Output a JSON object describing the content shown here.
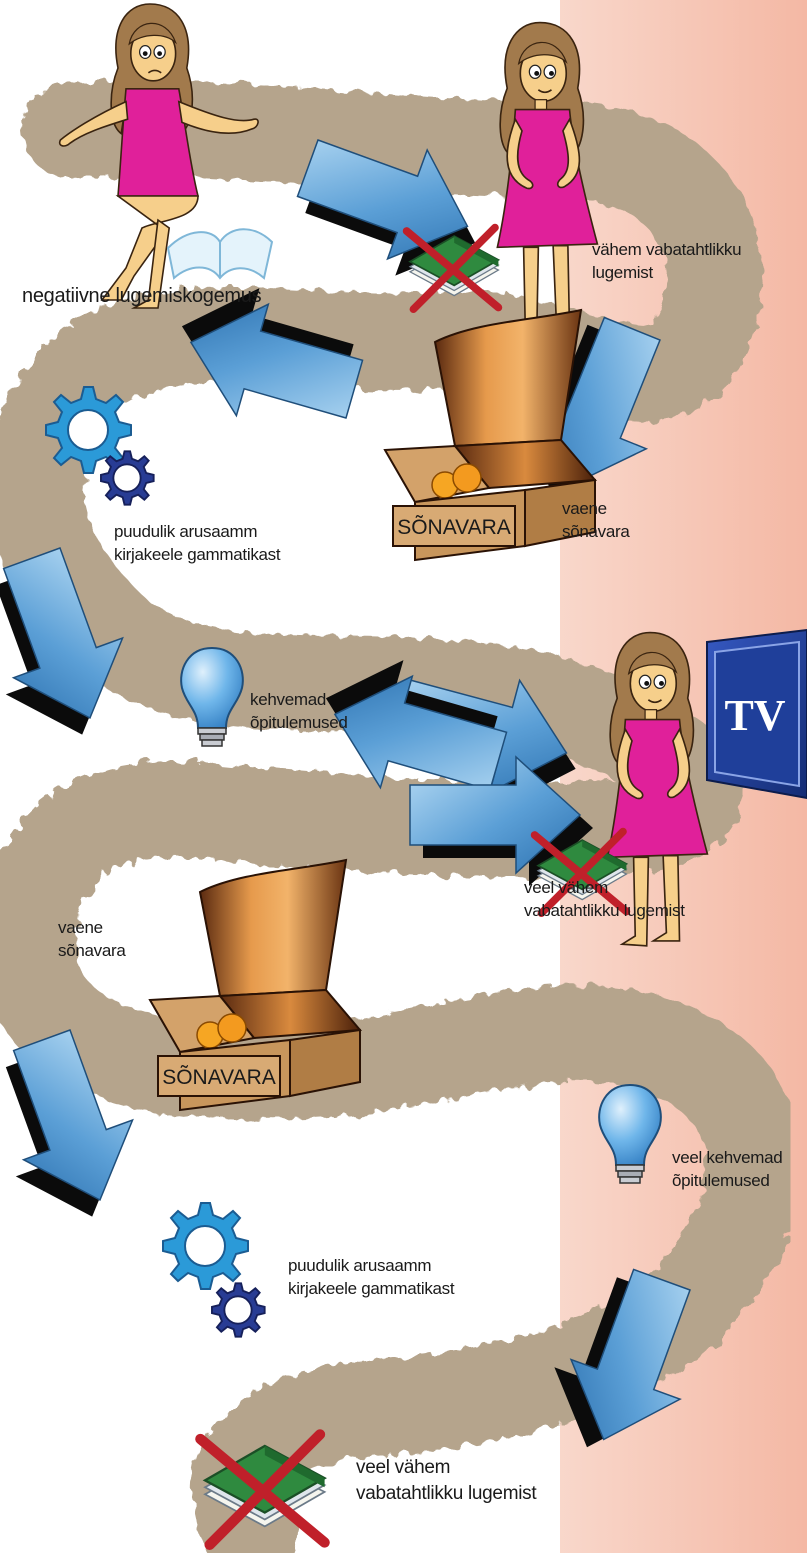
{
  "labels": {
    "negative_experience": "negatiivne lugemiskogemus",
    "less_reading_1": [
      "vähem vabatahtlikku",
      "lugemist"
    ],
    "poor_vocab_1": [
      "vaene",
      "sõnavara"
    ],
    "grammar_1": [
      "puudulik arusaamm",
      "kirjakeele gammatikast"
    ],
    "weaker_results_1": [
      "kehvemad",
      "õpitulemused"
    ],
    "even_less_reading_1": [
      "veel vähem",
      "vabatahtlikku lugemist"
    ],
    "poor_vocab_2": [
      "vaene",
      "sõnavara"
    ],
    "even_weaker_results": [
      "veel kehvemad",
      "õpitulemused"
    ],
    "grammar_2": [
      "puudulik arusaamm",
      "kirjakeele gammatikast"
    ],
    "even_less_reading_2": [
      "veel vähem",
      "vabatahtlikku lugemist"
    ]
  },
  "box_label": "SÕNAVARA",
  "tv_label": "TV",
  "colors": {
    "path": "#b5a48c",
    "arrow_light": "#a9d3f0",
    "arrow_dark": "#2f79b8",
    "dress": "#e0209a",
    "skin": "#f6cf8b",
    "hair": "#a27a4c",
    "box": "#c8965c",
    "cross": "#c0202a",
    "book_green": "#2f8a3f",
    "gear_light": "#2b9ad8",
    "gear_dark": "#283c94",
    "bulb": "#5aa8e2",
    "tv_blue": "#1f3f9a",
    "right_edge": "#f5c0ad"
  }
}
